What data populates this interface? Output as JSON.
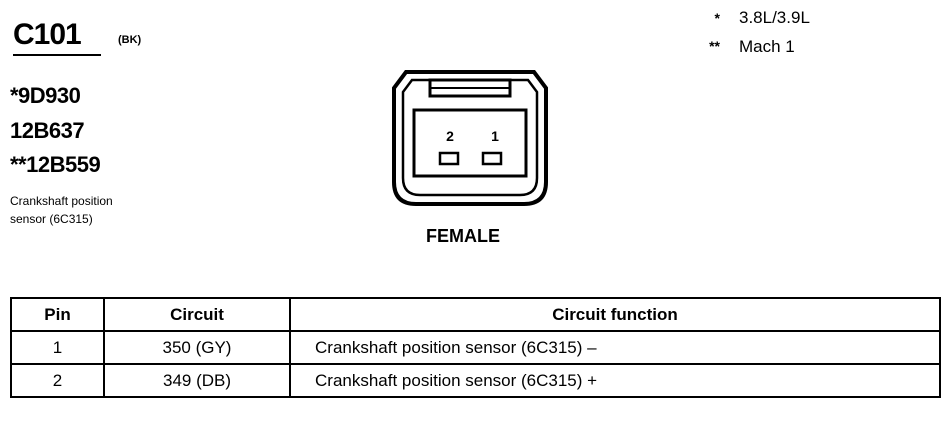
{
  "connector": {
    "id": "C101",
    "color": "(BK)",
    "part_numbers": [
      "*9D930",
      "12B637",
      "**12B559"
    ],
    "description_lines": [
      "Crankshaft position",
      "sensor (6C315)"
    ],
    "gender": "FEMALE",
    "pin_labels": [
      "2",
      "1"
    ]
  },
  "notes": [
    {
      "mark": "*",
      "text": "3.8L/3.9L"
    },
    {
      "mark": "**",
      "text": "Mach 1"
    }
  ],
  "table": {
    "headers": [
      "Pin",
      "Circuit",
      "Circuit function"
    ],
    "rows": [
      {
        "pin": "1",
        "circuit": "350 (GY)",
        "function": "Crankshaft position sensor (6C315) –"
      },
      {
        "pin": "2",
        "circuit": "349 (DB)",
        "function": "Crankshaft position sensor (6C315) +"
      }
    ]
  }
}
